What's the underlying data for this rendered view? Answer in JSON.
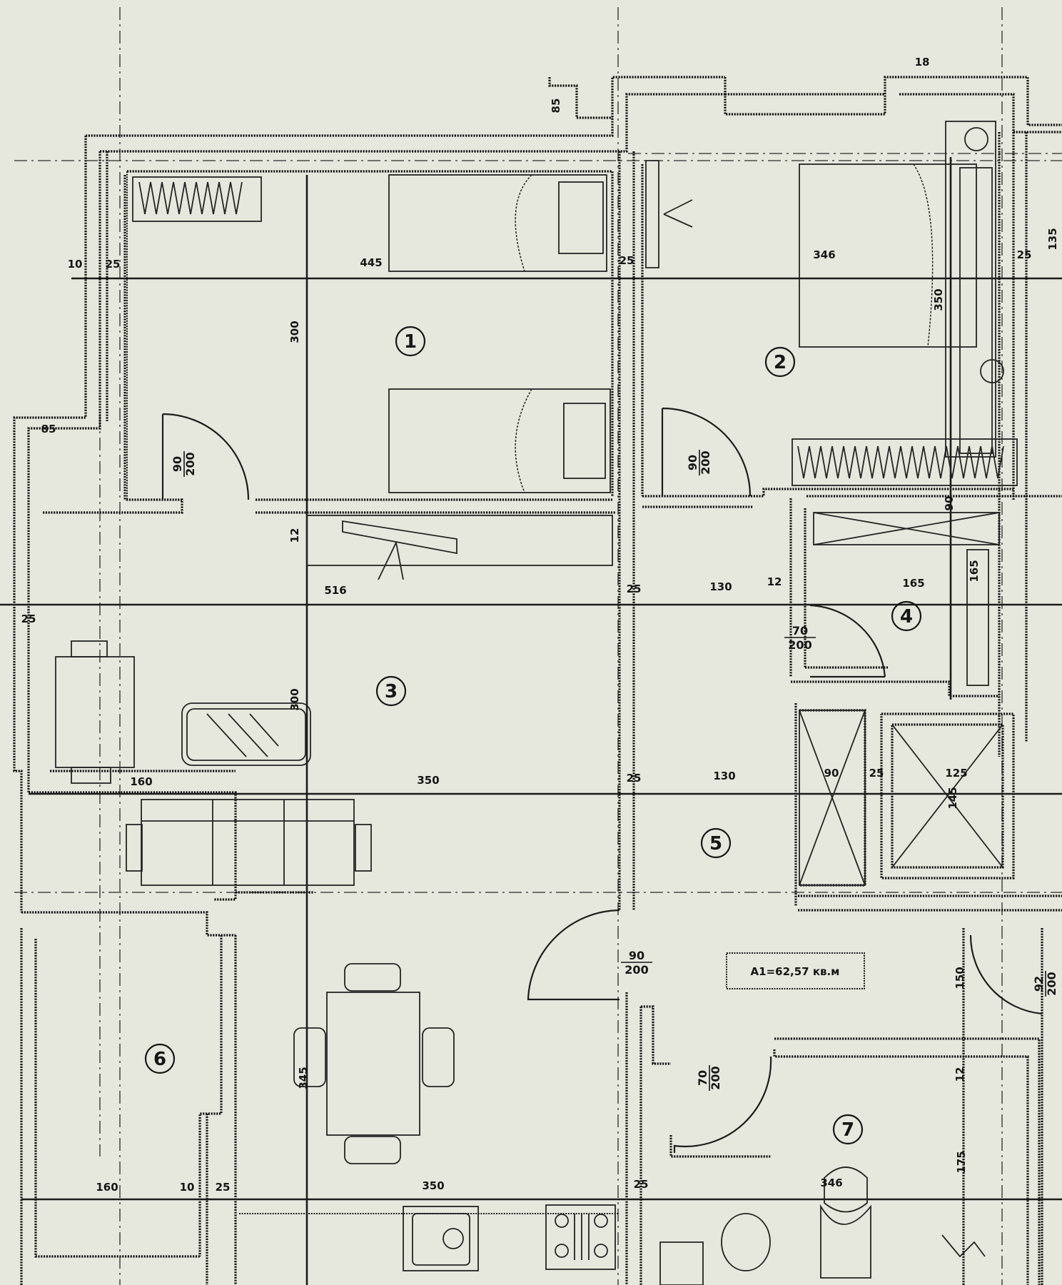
{
  "rooms": [
    {
      "label": "1"
    },
    {
      "label": "2"
    },
    {
      "label": "3"
    },
    {
      "label": "4"
    },
    {
      "label": "5"
    },
    {
      "label": "6"
    },
    {
      "label": "7"
    }
  ],
  "area_label": "A1=62,57 кв.м",
  "doors": [
    {
      "width": "90",
      "height": "200"
    },
    {
      "width": "90",
      "height": "200"
    },
    {
      "width": "70",
      "height": "200"
    },
    {
      "width": "90",
      "height": "200"
    },
    {
      "width": "70",
      "height": "200"
    },
    {
      "width": "92",
      "height": "200"
    }
  ],
  "dimensions": [
    "10",
    "25",
    "445",
    "25",
    "346",
    "25",
    "135",
    "85",
    "300",
    "350",
    "90",
    "12",
    "516",
    "25",
    "130",
    "12",
    "165",
    "165",
    "25",
    "300",
    "160",
    "350",
    "25",
    "130",
    "90",
    "25",
    "125",
    "145",
    "150",
    "12",
    "345",
    "175",
    "160",
    "10",
    "25",
    "350",
    "25",
    "346",
    "85",
    "18"
  ]
}
